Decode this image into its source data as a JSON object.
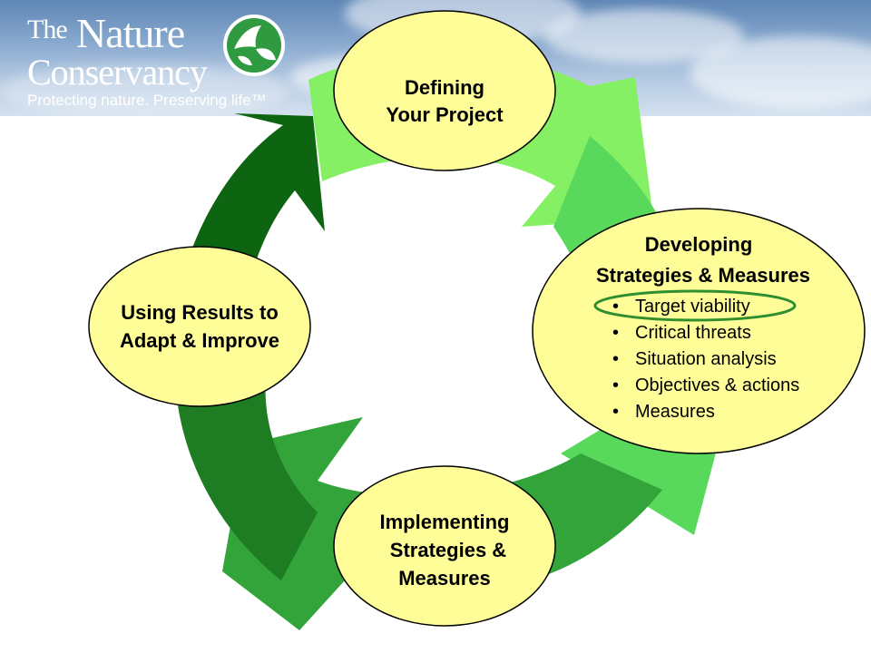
{
  "brand": {
    "logo_the": "The",
    "logo_nature": "Nature",
    "logo_conservancy": "Conservancy",
    "tagline": "Protecting nature. Preserving life™"
  },
  "colors": {
    "light_green": "#86f064",
    "mid_green": "#58d95c",
    "green": "#33a43a",
    "dark_green": "#1e7c23",
    "darkest_green": "#0d6512",
    "node_fill": "#fffd98",
    "highlight_ring": "#2f8f2f"
  },
  "nodes": {
    "defining": {
      "line1": "Defining",
      "line2": "Your Project"
    },
    "developing": {
      "line1": "Developing",
      "line2": "Strategies & Measures",
      "bullets": [
        "Target viability",
        "Critical threats",
        "Situation analysis",
        "Objectives & actions",
        "Measures"
      ],
      "highlighted_bullet": "Target viability"
    },
    "implementing": {
      "line1": "Implementing",
      "line2": "Strategies &",
      "line3": "Measures"
    },
    "using": {
      "line1": "Using Results to",
      "line2": "Adapt & Improve"
    }
  }
}
